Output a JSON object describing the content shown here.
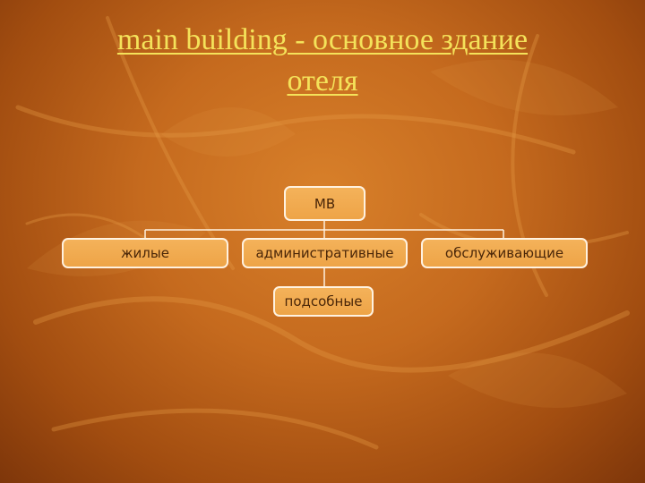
{
  "slide": {
    "title_line1": "main building - основное здание",
    "title_line2": "отеля"
  },
  "diagram": {
    "root": "MB",
    "children": [
      "жилые",
      "административные",
      "обслуживающие"
    ],
    "assistant": "подсобные"
  },
  "colors": {
    "title": "#f4e25a",
    "node_fill": "#f0a84b",
    "node_border": "#fff2e0",
    "node_text": "#4a2608",
    "connector": "#fff2e0"
  }
}
